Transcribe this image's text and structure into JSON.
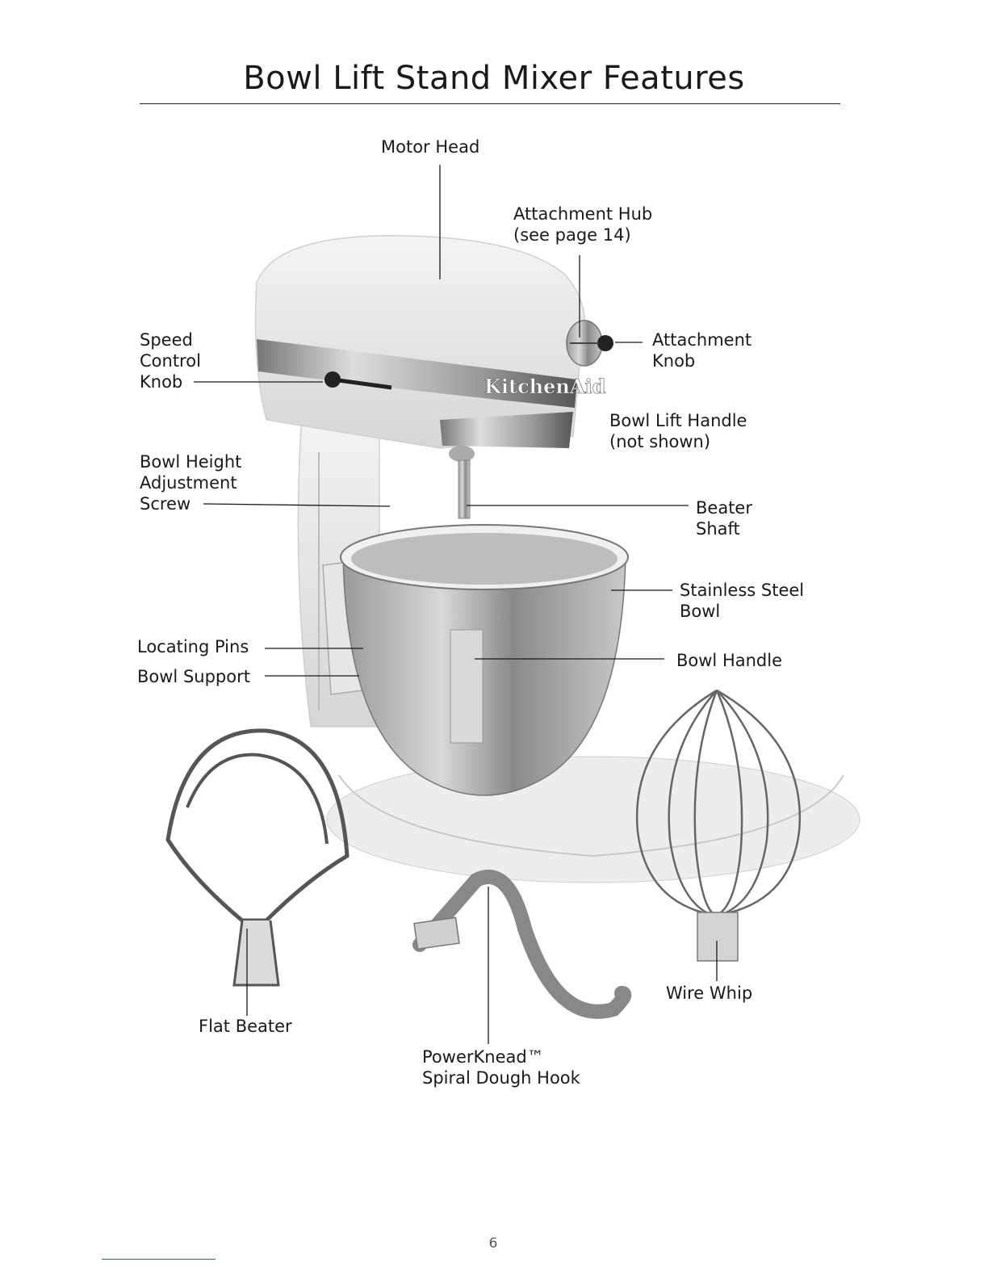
{
  "title": "Bowl Lift Stand Mixer Features",
  "labels": {
    "motor_head": "Motor Head",
    "attachment_hub": "Attachment Hub\n(see page 14)",
    "speed_control_knob": "Speed\nControl\nKnob",
    "attachment_knob": "Attachment\nKnob",
    "brand_mark": "KitchenAid",
    "bowl_lift_handle": "Bowl Lift Handle\n(not shown)",
    "bowl_height_screw": "Bowl Height\nAdjustment\nScrew",
    "beater_shaft": "Beater\nShaft",
    "stainless_bowl": "Stainless Steel\nBowl",
    "locating_pins": "Locating Pins",
    "bowl_handle": "Bowl Handle",
    "bowl_support": "Bowl Support",
    "flat_beater": "Flat Beater",
    "wire_whip": "Wire Whip",
    "dough_hook": "PowerKnead™\nSpiral Dough Hook"
  },
  "page_number": "6"
}
